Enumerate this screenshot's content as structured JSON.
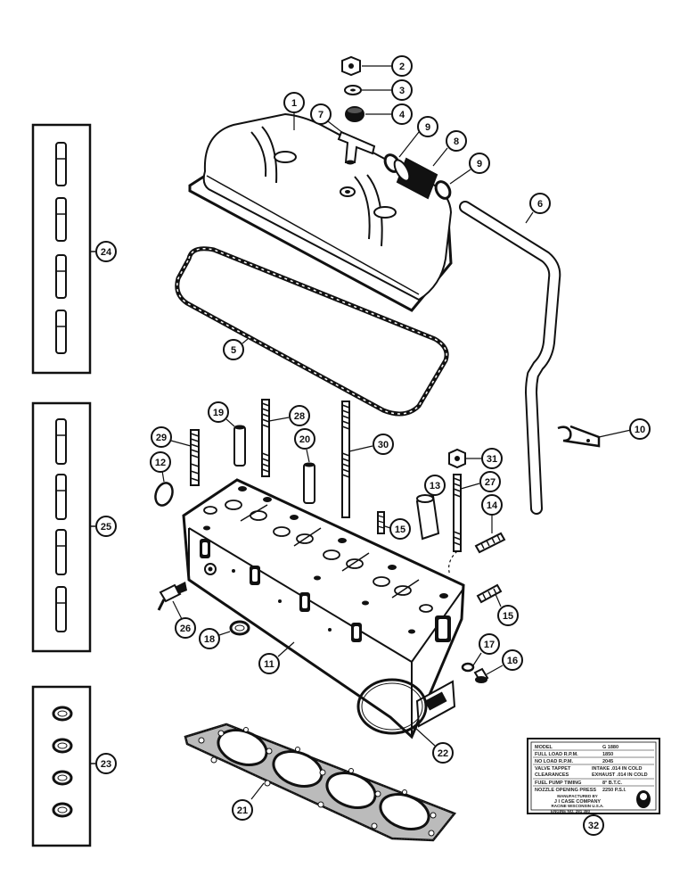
{
  "callouts": {
    "c1": "1",
    "c2": "2",
    "c3": "3",
    "c4": "4",
    "c5": "5",
    "c6": "6",
    "c7": "7",
    "c8": "8",
    "c9a": "9",
    "c9b": "9",
    "c10": "10",
    "c11": "11",
    "c12": "12",
    "c13": "13",
    "c14": "14",
    "c15a": "15",
    "c15b": "15",
    "c16": "16",
    "c17": "17",
    "c18": "18",
    "c19": "19",
    "c20": "20",
    "c21": "21",
    "c22": "22",
    "c23": "23",
    "c24": "24",
    "c25": "25",
    "c26": "26",
    "c27": "27",
    "c28": "28",
    "c29": "29",
    "c30": "30",
    "c31": "31",
    "c32": "32"
  },
  "plate": {
    "rows": [
      {
        "label": "MODEL",
        "value": "G 1880"
      },
      {
        "label": "FULL LOAD R.P.M.",
        "value": "1850"
      },
      {
        "label": "NO LOAD R.P.M.",
        "value": "2045"
      },
      {
        "label": "VALVE TAPPET",
        "value": "INTAKE .014 IN COLD"
      },
      {
        "label": "CLEARANCES",
        "value": "EXHAUST .014 IN COLD"
      },
      {
        "label": "FUEL PUMP TIMING",
        "value": "8° B.T.C."
      },
      {
        "label": "NOZZLE OPENING PRESS",
        "value": "2250 P.S.I."
      }
    ],
    "maker_line1": "MANUFACTURED BY",
    "maker_line2": "J I CASE COMPANY",
    "maker_line3": "RACINE WISCONSIN U.S.A.",
    "serial": "ENGINE NO. 281 380"
  }
}
